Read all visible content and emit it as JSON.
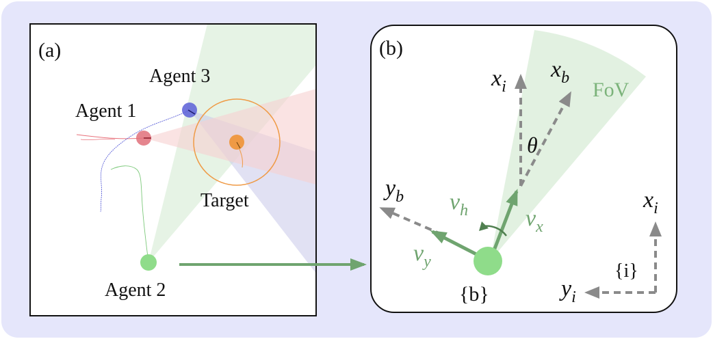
{
  "panel_a": {
    "label": "(a)",
    "agents": {
      "agent1": "Agent 1",
      "agent2": "Agent 2",
      "agent3": "Agent 3",
      "target": "Target"
    }
  },
  "panel_b": {
    "label": "(b)",
    "fov": "FoV",
    "theta": "θ",
    "xi_top": {
      "base": "x",
      "sub": "i"
    },
    "xb": {
      "base": "x",
      "sub": "b"
    },
    "yb": {
      "base": "y",
      "sub": "b"
    },
    "vh": {
      "base": "v",
      "sub": "h"
    },
    "vx": {
      "base": "v",
      "sub": "x"
    },
    "vy": {
      "base": "v",
      "sub": "y"
    },
    "body_frame": "{b}",
    "inertial_frame": "{i}",
    "xi_right": {
      "base": "x",
      "sub": "i"
    },
    "yi": {
      "base": "y",
      "sub": "i"
    }
  },
  "colors": {
    "background": "#e5e6fb",
    "agent1": "#e0707a",
    "agent2": "#8fdc8a",
    "agent3": "#5a5fd8",
    "target": "#ef9a45",
    "fov_green": "#dff0df",
    "arrow_gray": "#8a8a8a",
    "arrow_green": "#6fa46f"
  }
}
